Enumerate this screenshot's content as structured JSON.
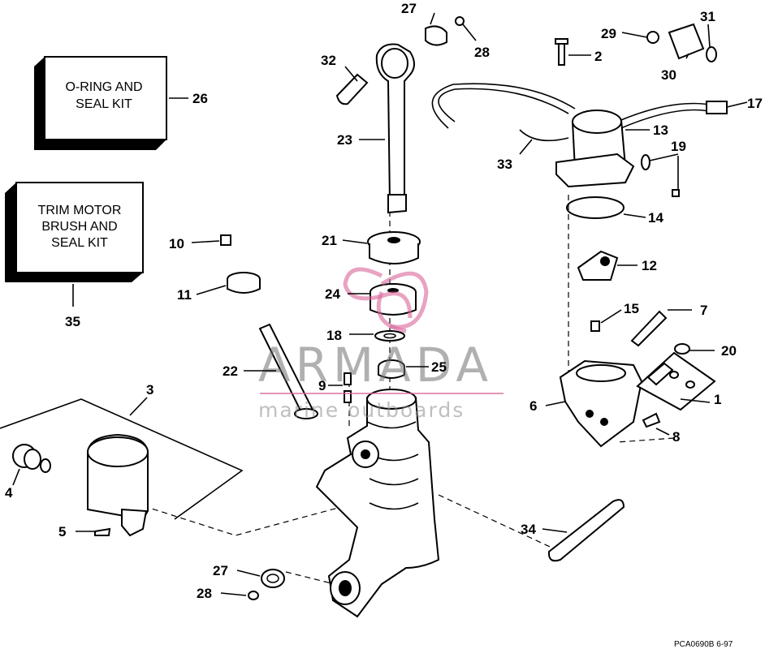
{
  "kits": {
    "oring_kit": {
      "line1": "O-RING AND",
      "line2": "SEAL KIT",
      "number": "26"
    },
    "brush_kit": {
      "line1": "TRIM MOTOR",
      "line2": "BRUSH AND",
      "line3": "SEAL KIT",
      "number": "35"
    }
  },
  "callouts": [
    "1",
    "2",
    "3",
    "4",
    "5",
    "6",
    "7",
    "8",
    "9",
    "10",
    "11",
    "12",
    "13",
    "14",
    "15",
    "17",
    "18",
    "19",
    "20",
    "21",
    "22",
    "23",
    "24",
    "25",
    "27",
    "28",
    "29",
    "30",
    "31",
    "32",
    "33",
    "34"
  ],
  "callout_repeat": {
    "n27b": "27",
    "n28b": "28"
  },
  "watermark": {
    "brand": "ARMADA",
    "tagline": "marine outboards",
    "accent": "#d9669a"
  },
  "drawing_code": "PCA0690B  6-97"
}
